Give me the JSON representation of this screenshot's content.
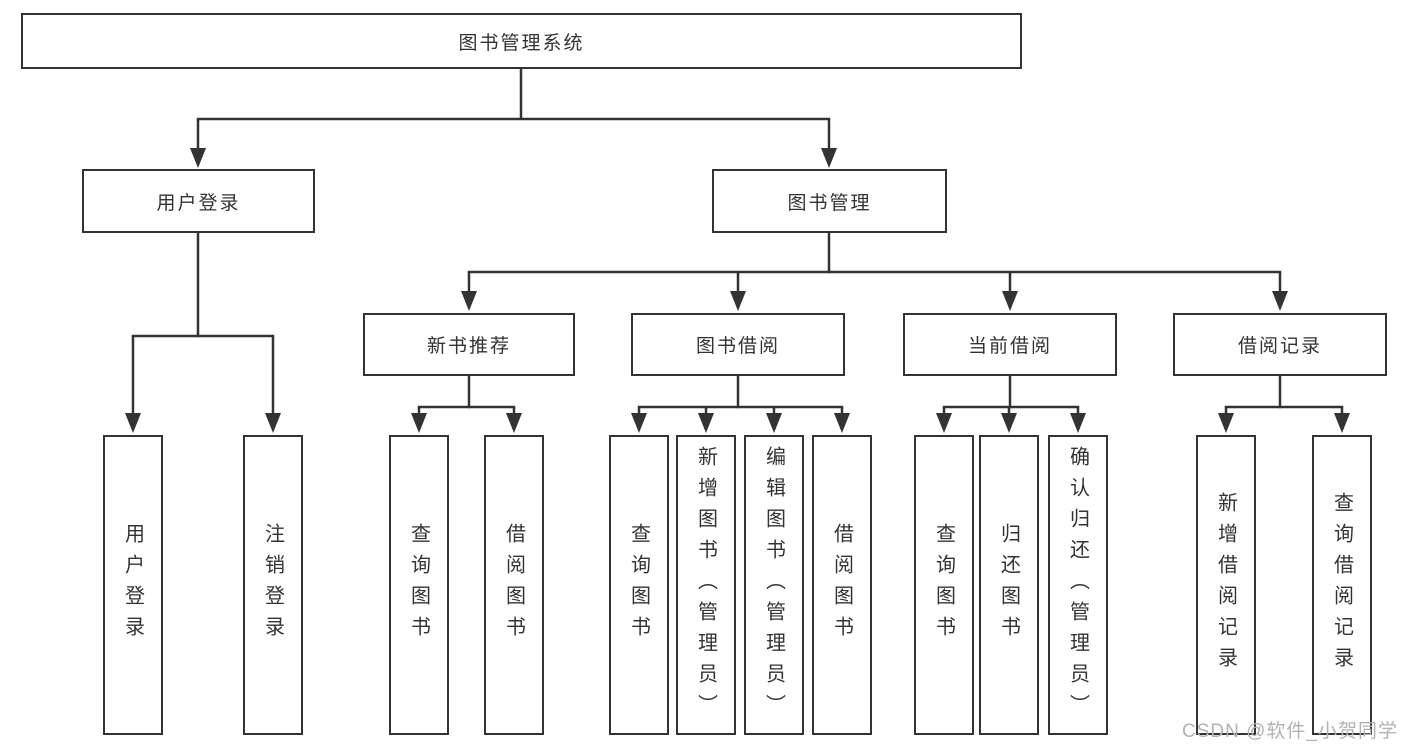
{
  "diagram": {
    "nodes": {
      "root": {
        "label": "图书管理系统"
      },
      "user_login": {
        "label": "用户登录"
      },
      "book_management": {
        "label": "图书管理"
      },
      "new_book_recommend": {
        "label": "新书推荐"
      },
      "book_borrow": {
        "label": "图书借阅"
      },
      "current_borrow": {
        "label": "当前借阅"
      },
      "borrow_records": {
        "label": "借阅记录"
      },
      "leaf_user_login": {
        "label": "用户登录"
      },
      "leaf_logout": {
        "label": "注销登录"
      },
      "leaf_nbr_query": {
        "label": "查询图书"
      },
      "leaf_nbr_borrow": {
        "label": "借阅图书"
      },
      "leaf_bb_query": {
        "label": "查询图书"
      },
      "leaf_bb_add": {
        "label": "新增图书（管理员）"
      },
      "leaf_bb_edit": {
        "label": "编辑图书（管理员）"
      },
      "leaf_bb_borrow": {
        "label": "借阅图书"
      },
      "leaf_cb_query": {
        "label": "查询图书"
      },
      "leaf_cb_return": {
        "label": "归还图书"
      },
      "leaf_cb_confirm": {
        "label": "确认归还（管理员）"
      },
      "leaf_br_add": {
        "label": "新增借阅记录"
      },
      "leaf_br_query": {
        "label": "查询借阅记录"
      }
    },
    "hierarchy": {
      "图书管理系统": {
        "用户登录": [
          "用户登录",
          "注销登录"
        ],
        "图书管理": {
          "新书推荐": [
            "查询图书",
            "借阅图书"
          ],
          "图书借阅": [
            "查询图书",
            "新增图书（管理员）",
            "编辑图书（管理员）",
            "借阅图书"
          ],
          "当前借阅": [
            "查询图书",
            "归还图书",
            "确认归还（管理员）"
          ],
          "借阅记录": [
            "新增借阅记录",
            "查询借阅记录"
          ]
        }
      }
    }
  },
  "colors": {
    "line": "#333333",
    "text": "#333333",
    "background": "#ffffff",
    "watermark": "#b2b2b2"
  },
  "watermark": {
    "text": "CSDN @软件_小贺同学"
  }
}
